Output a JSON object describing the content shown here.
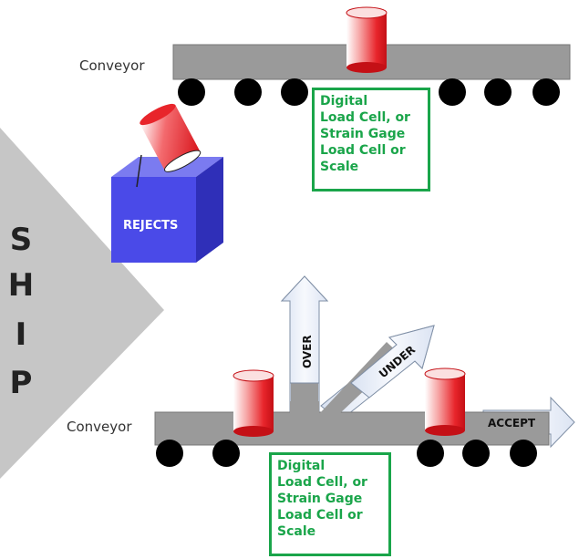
{
  "conveyor_top": {
    "label": "Conveyor"
  },
  "conveyor_bottom": {
    "label": "Conveyor"
  },
  "loadcell_top": {
    "lines": [
      "Digital",
      "Load Cell, or",
      "Strain Gage",
      "Load Cell or",
      "Scale"
    ]
  },
  "loadcell_bottom": {
    "lines": [
      "Digital",
      "Load Cell, or",
      "Strain Gage",
      "Load Cell or",
      "Scale"
    ]
  },
  "rejects": {
    "label": "REJECTS"
  },
  "ship": {
    "letters": [
      "S",
      "H",
      "I",
      "P"
    ]
  },
  "arrows": {
    "over": "OVER",
    "under": "UNDER",
    "accept": "ACCEPT"
  },
  "colors": {
    "loadcell_border": "#1aa54a",
    "conveyor": "#9a9a9a",
    "can": "#e8252b",
    "rejects_box": "#4a4ae8",
    "arrow_fill": "#eef2fa"
  }
}
